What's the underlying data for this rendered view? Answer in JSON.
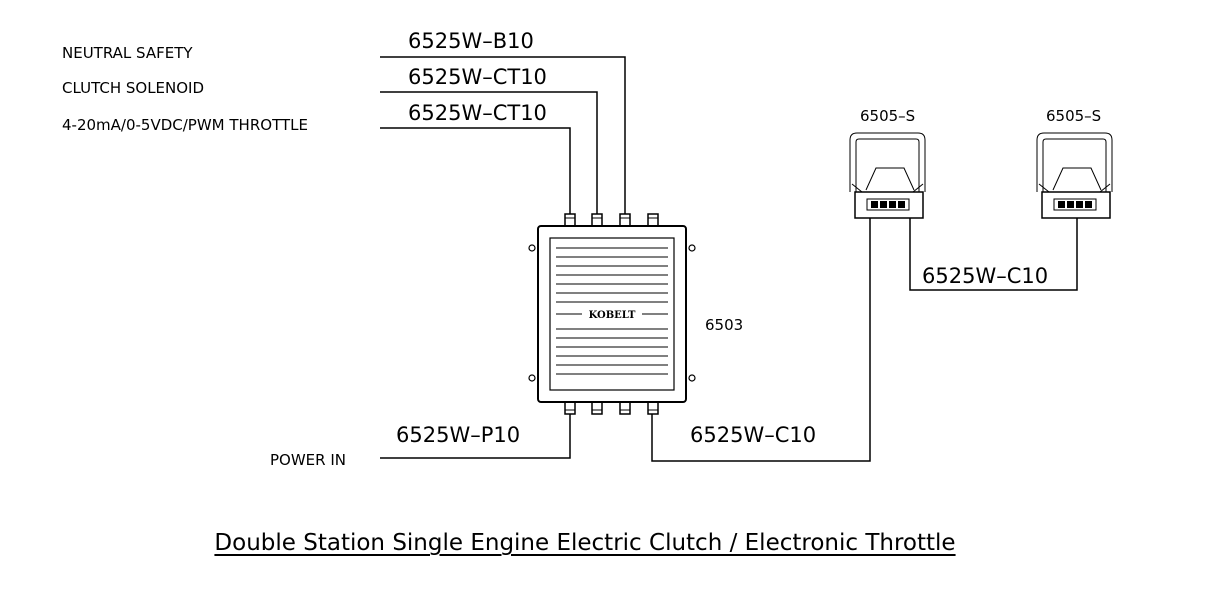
{
  "diagram": {
    "inputs": {
      "neutral_safety": "NEUTRAL SAFETY",
      "clutch_solenoid": "CLUTCH SOLENOID",
      "throttle": "4-20mA/0-5VDC/PWM THROTTLE",
      "power_in": "POWER IN"
    },
    "cables": {
      "b10": "6525W–B10",
      "ct10_a": "6525W–CT10",
      "ct10_b": "6525W–CT10",
      "p10": "6525W–P10",
      "c10_main": "6525W–C10",
      "c10_stations": "6525W–C10"
    },
    "controller": {
      "model": "6503",
      "brand": "KOBELT"
    },
    "stations": [
      {
        "model": "6505–S"
      },
      {
        "model": "6505–S"
      }
    ],
    "caption": "Double Station Single Engine Electric Clutch / Electronic Throttle"
  }
}
